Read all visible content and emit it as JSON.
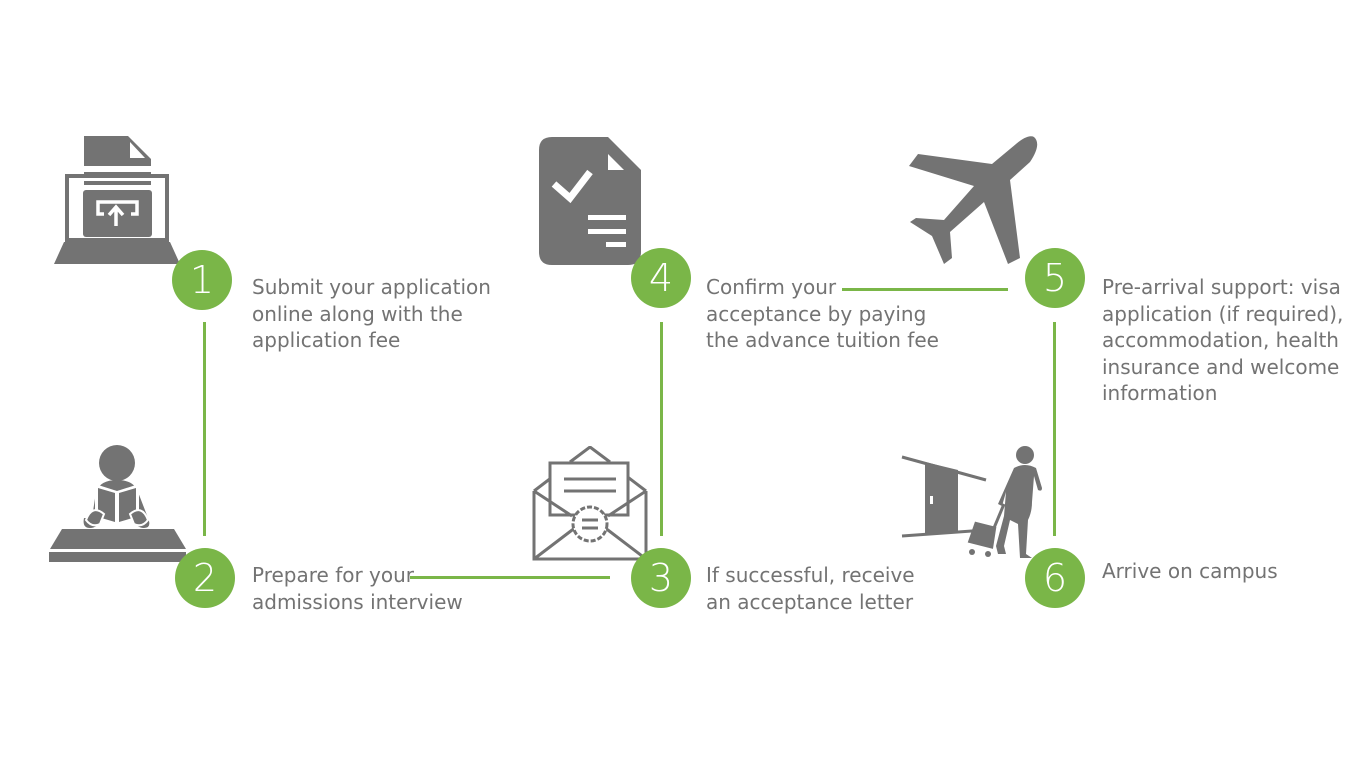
{
  "steps": [
    {
      "number": "1",
      "text": "Submit your application\nonline along with the\napplication fee",
      "icon": "laptop-upload-icon"
    },
    {
      "number": "2",
      "text": "Prepare for your\nadmissions interview",
      "icon": "person-reading-icon"
    },
    {
      "number": "3",
      "text": "If successful, receive\nan acceptance letter",
      "icon": "envelope-letter-icon"
    },
    {
      "number": "4",
      "text": "Confirm your\nacceptance by paying\nthe advance tuition fee",
      "icon": "document-check-icon"
    },
    {
      "number": "5",
      "text": "Pre-arrival support: visa\napplication (if required),\naccommodation, health\ninsurance and welcome\ninformation",
      "icon": "airplane-icon"
    },
    {
      "number": "6",
      "text": "Arrive on campus",
      "icon": "traveler-arrival-icon"
    }
  ],
  "colors": {
    "accent": "#7ab648",
    "icon": "#737373",
    "text": "#737373"
  }
}
